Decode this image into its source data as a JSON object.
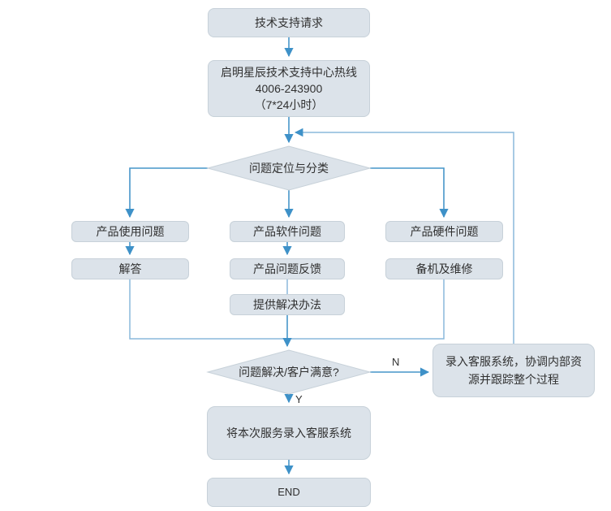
{
  "nodes": {
    "start": {
      "label": "技术支持请求"
    },
    "hotline": {
      "line1": "启明星辰技术支持中心热线",
      "line2": "4006-243900",
      "line3": "（7*24小时）"
    },
    "classify": {
      "label": "问题定位与分类"
    },
    "use": {
      "label": "产品使用问题"
    },
    "answer": {
      "label": "解答"
    },
    "software": {
      "label": "产品软件问题"
    },
    "feedback": {
      "label": "产品问题反馈"
    },
    "solution": {
      "label": "提供解决办法"
    },
    "hardware": {
      "label": "产品硬件问题"
    },
    "repair": {
      "label": "备机及维修"
    },
    "satisfied": {
      "label": "问题解决/客户满意?"
    },
    "crm": {
      "label": "录入客服系统，协调内部资源并跟踪整个过程"
    },
    "record": {
      "label": "将本次服务录入客服系统"
    },
    "end": {
      "label": "END"
    }
  },
  "edge_labels": {
    "no": "N",
    "yes": "Y"
  },
  "colors": {
    "node_fill": "#dce3ea",
    "node_border": "#c7d1d9",
    "connector": "#8ab9db",
    "arrow": "#4796c9",
    "arrowhead": "#3e91c8",
    "text": "#303030",
    "background": "#ffffff"
  }
}
